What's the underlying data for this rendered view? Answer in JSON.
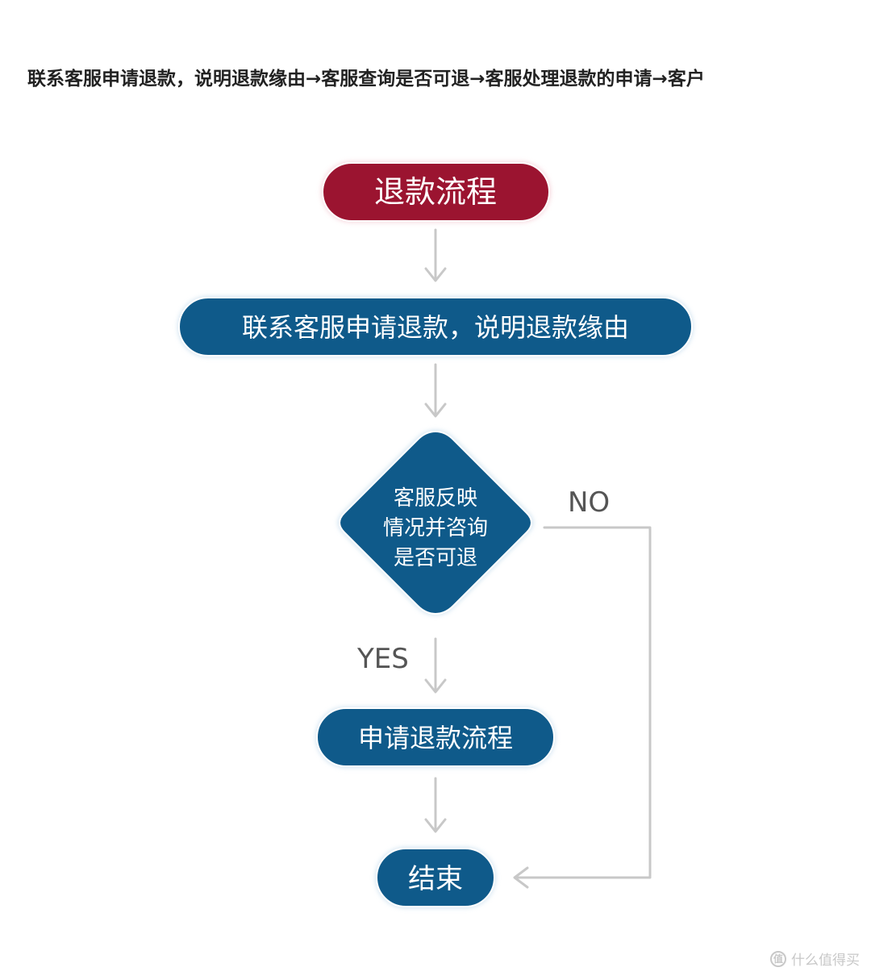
{
  "header": {
    "text": "联系客服申请退款，说明退款缘由→客服查询是否可退→客服处理退款的申请→客户"
  },
  "flowchart": {
    "start": {
      "label": "退款流程",
      "color": "#9b1430"
    },
    "step1": {
      "label": "联系客服申请退款，说明退款缘由",
      "color": "#0f5a8a"
    },
    "decision": {
      "lines": [
        "客服反映",
        "情况并咨询",
        "是否可退"
      ],
      "color": "#0f5a8a"
    },
    "step2": {
      "label": "申请退款流程",
      "color": "#0f5a8a"
    },
    "end": {
      "label": "结束",
      "color": "#0f5a8a"
    },
    "yes_label": "YES",
    "no_label": "NO",
    "arrow_color": "#c8c8c8"
  },
  "watermark": {
    "logo": "值",
    "text": "什么值得买"
  }
}
